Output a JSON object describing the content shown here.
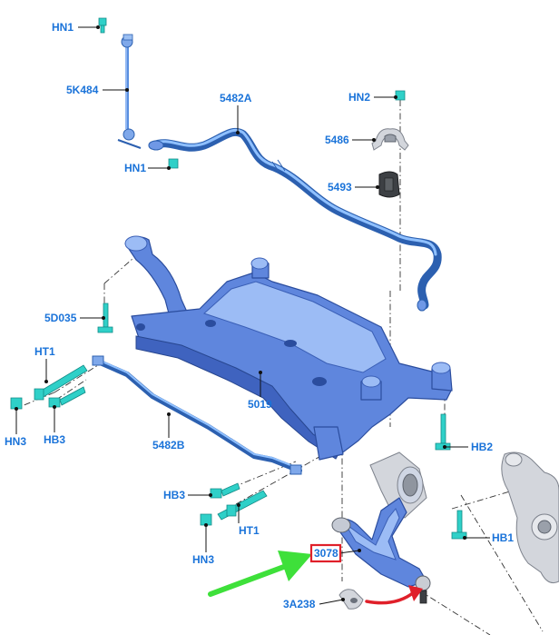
{
  "diagram": {
    "callouts": {
      "hn1_top": "HN1",
      "c5k484": "5K484",
      "hn1_mid": "HN1",
      "c5482a": "5482A",
      "hn2": "HN2",
      "c5486": "5486",
      "c5493": "5493",
      "c5d035": "5D035",
      "ht1_left": "HT1",
      "hn3_left": "HN3",
      "hb3_left": "HB3",
      "c5019": "5019",
      "c5482b": "5482B",
      "hb2": "HB2",
      "hb3_mid": "HB3",
      "ht1_mid": "HT1",
      "hn3_mid": "HN3",
      "c3078": "3078",
      "hb1": "HB1",
      "c3a238": "3A238"
    },
    "colors": {
      "callout_text": "#1a73d9",
      "highlight_box": "#e0202a",
      "green_arrow": "#3ee03a",
      "red_arrow": "#e0202a",
      "frame_blue": "#5f86dd",
      "fastener_cyan": "#2fd0c8"
    },
    "icons": [
      "green-arrow-icon",
      "red-arrow-icon"
    ]
  }
}
